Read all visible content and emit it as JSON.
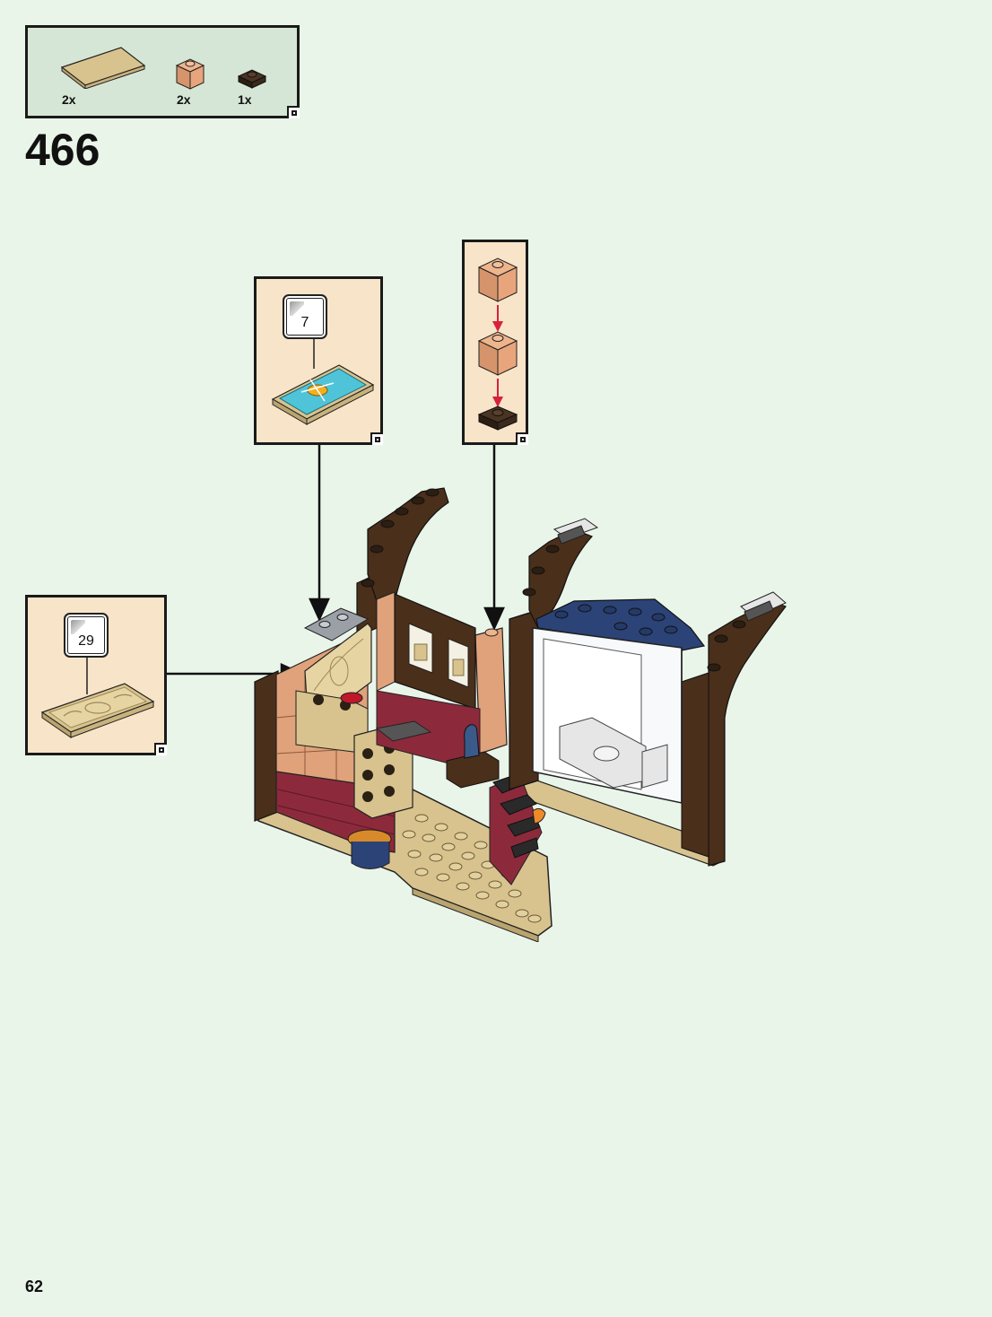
{
  "parts_list": {
    "items": [
      {
        "name": "tan-tile-2x6",
        "qty": "2x",
        "color": "#d8c38e"
      },
      {
        "name": "nougat-brick-1x1",
        "qty": "2x",
        "color": "#e0a27a"
      },
      {
        "name": "dark-brown-plate-1x1",
        "qty": "1x",
        "color": "#3b2a1c"
      }
    ]
  },
  "step": {
    "number": "466"
  },
  "callouts": {
    "sticker_7": {
      "label": "7"
    },
    "sticker_29": {
      "label": "29"
    }
  },
  "page": {
    "number": "62"
  },
  "colors": {
    "background": "#eaf5ea",
    "parts_box": "#d6e6d6",
    "callout_bg": "#f8e4c8",
    "nougat": "#e0a27a",
    "dark_brown": "#4a2f1b",
    "tan": "#d8c38e",
    "dark_red": "#8c2a3c",
    "dark_blue": "#2c4377",
    "arrow_red": "#d8213a"
  }
}
